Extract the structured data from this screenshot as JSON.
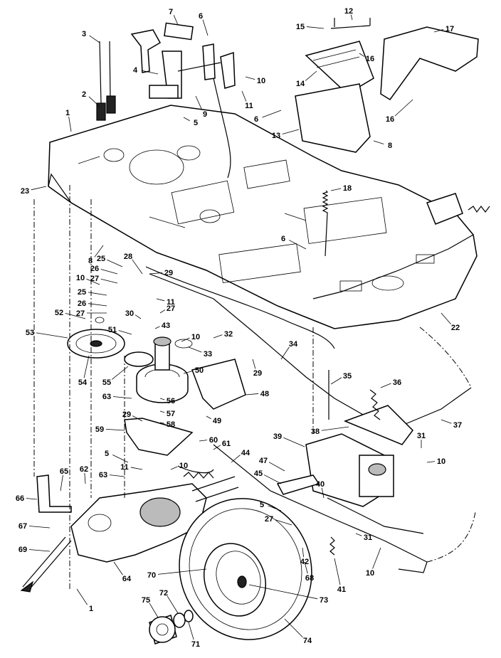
{
  "callouts": [
    "1",
    "2",
    "3",
    "4",
    "5",
    "6",
    "7",
    "8",
    "9",
    "10",
    "11",
    "12",
    "13",
    "14",
    "15",
    "16",
    "17",
    "18",
    "22",
    "23",
    "25",
    "26",
    "27",
    "28",
    "29",
    "30",
    "31",
    "32",
    "33",
    "34",
    "35",
    "36",
    "37",
    "38",
    "39",
    "40",
    "41",
    "42",
    "43",
    "44",
    "45",
    "47",
    "48",
    "49",
    "50",
    "51",
    "52",
    "53",
    "54",
    "55",
    "56",
    "57",
    "58",
    "59",
    "60",
    "61",
    "62",
    "63",
    "64",
    "65",
    "66",
    "67",
    "68",
    "69",
    "70",
    "71",
    "72",
    "73",
    "74",
    "75"
  ]
}
